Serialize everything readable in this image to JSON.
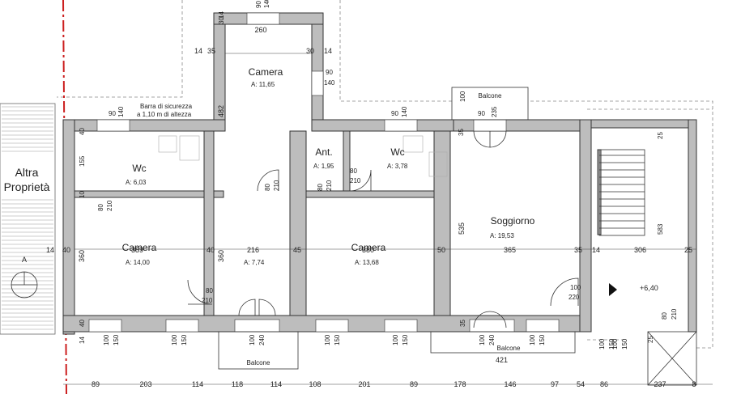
{
  "rooms": {
    "camera_top": {
      "name": "Camera",
      "area": "A: 11,65"
    },
    "wc_left": {
      "name": "Wc",
      "area": "A: 6,03"
    },
    "camera_left": {
      "name": "Camera",
      "area": "A: 14,00"
    },
    "corridor": {
      "name": "",
      "area": "A: 7,74"
    },
    "ant": {
      "name": "Ant.",
      "area": "A: 1,95"
    },
    "wc_right": {
      "name": "Wc",
      "area": "A: 3,78"
    },
    "camera_mid": {
      "name": "Camera",
      "area": "A: 13,68"
    },
    "soggiorno": {
      "name": "Soggiorno",
      "area": "A: 19,53"
    }
  },
  "labels": {
    "altra": "Altra",
    "proprieta": "Proprietà",
    "section_a": "A",
    "barra_line1": "Barra di sicurezza",
    "barra_line2": "a 1,10 m di altezza",
    "balcone_top": "Balcone",
    "balcone_bottom_left": "Balcone",
    "balcone_bottom_right": "Balcone",
    "level": "+6,40"
  },
  "dims": {
    "top_14": "14",
    "top_30a": "30",
    "top_90": "90",
    "top_140": "140",
    "top_260": "260",
    "top_14b": "14",
    "top_35": "35",
    "top_30b": "30",
    "top_14c": "14",
    "win_90": "90",
    "win_140": "140",
    "d482": "482",
    "wc_90": "90",
    "wc_140": "140",
    "r90": "90",
    "r140": "140",
    "r100": "100",
    "r90b": "90",
    "r235": "235",
    "l40": "40",
    "l155": "155",
    "l10": "10",
    "l80": "80",
    "l210": "210",
    "m80": "80",
    "m210": "210",
    "a80": "80",
    "a210": "210",
    "b80": "80",
    "b210": "210",
    "r35": "35",
    "r535": "535",
    "row_14": "14",
    "row_40": "40",
    "row_389": "389",
    "row_40b": "40",
    "row_216": "216",
    "row_45": "45",
    "row_380": "380",
    "row_50": "50",
    "row_365": "365",
    "row_35": "35",
    "row_14b": "14",
    "row_306": "306",
    "row_25": "25",
    "s583": "583",
    "s25": "25",
    "l360": "360",
    "m360": "360",
    "d80": "80",
    "d210": "210",
    "e100": "100",
    "e220": "220",
    "f80": "80",
    "f210": "210",
    "b40": "40",
    "b14": "14",
    "b35": "35",
    "w100a": "100",
    "w150a": "150",
    "w100b": "100",
    "w150b": "150",
    "w100c": "100",
    "w240": "240",
    "w100d": "100",
    "w150c": "150",
    "w100e": "100",
    "w150d": "150",
    "w100f": "100",
    "w240b": "240",
    "w100g": "100",
    "w150e": "150",
    "w100h": "100",
    "w150f": "150",
    "w100i": "100",
    "w150g": "150",
    "w25": "25",
    "w421": "421",
    "bottom": [
      "89",
      "203",
      "114",
      "118",
      "114",
      "108",
      "201",
      "89",
      "178",
      "146",
      "97",
      "54",
      "86",
      "237",
      "8"
    ]
  }
}
